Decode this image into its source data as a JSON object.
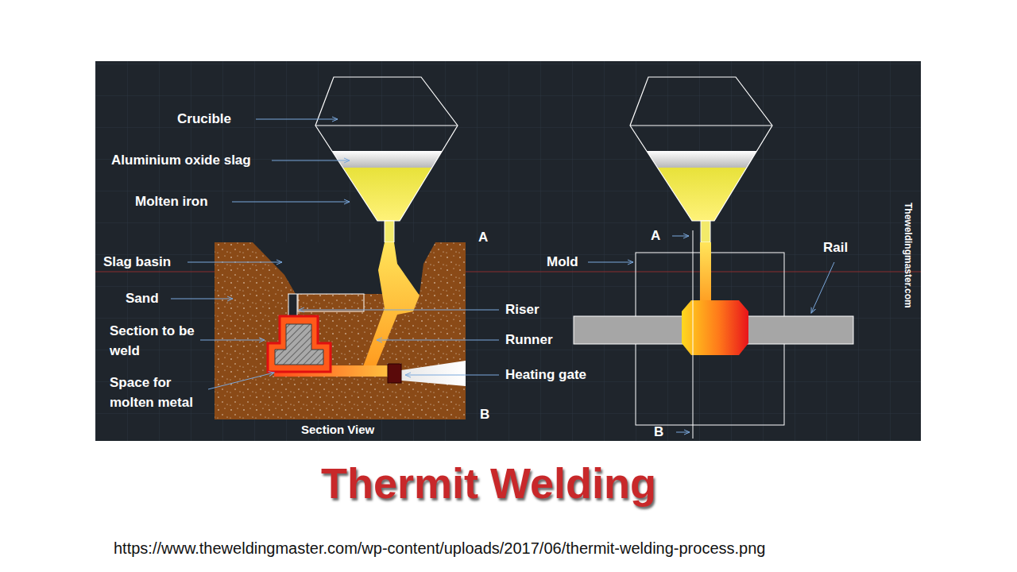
{
  "diagram": {
    "title": "Thermit Welding",
    "caption": "https://www.theweldingmaster.com/wp-content/uploads/2017/06/thermit-welding-process.png",
    "labels": [
      "Crucible",
      "Aluminium oxide slag",
      "Molten iron",
      "Slag basin",
      "Sand",
      "Section to be weld",
      "Space for molten metal",
      "Riser",
      "Runner",
      "Heating gate",
      "A",
      "B",
      "Section View",
      "A",
      "B",
      "Mold",
      "Rail",
      "Theweldingmaster.com"
    ]
  }
}
